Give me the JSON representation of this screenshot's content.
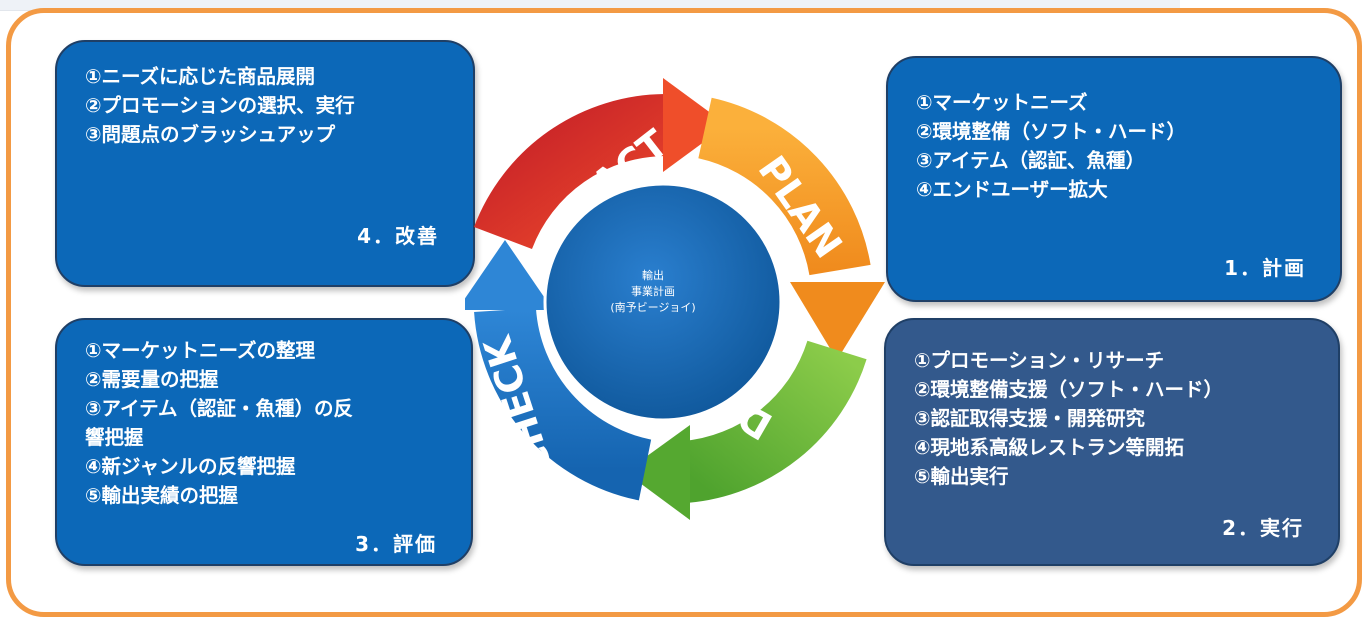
{
  "center": {
    "line1": "輸出",
    "line2": "事業計画",
    "line3": "(南予ビージョイ)"
  },
  "cycle_labels": {
    "act": "ACT",
    "plan": "PLAN",
    "do": "DO",
    "check": "CHECK"
  },
  "boxes": {
    "improve": {
      "items": [
        "①ニーズに応じた商品展開",
        "②プロモーションの選択、実行",
        "③問題点のブラッシュアップ"
      ],
      "label": "4．改善"
    },
    "plan": {
      "items": [
        "①マーケットニーズ",
        "②環境整備（ソフト・ハード）",
        "③アイテム（認証、魚種）",
        "④エンドユーザー拡大"
      ],
      "label": "1．計画"
    },
    "evaluate": {
      "items": [
        "①マーケットニーズの整理",
        "②需要量の把握",
        "③アイテム（認証・魚種）の反",
        "響把握",
        "④新ジャンルの反響把握",
        "⑤輸出実績の把握"
      ],
      "label": "3．評価"
    },
    "execute": {
      "items": [
        "①プロモーション・リサーチ",
        "②環境整備支援（ソフト・ハード）",
        "③認証取得支援・開発研究",
        "④現地系高級レストラン等開拓",
        "⑤輸出実行"
      ],
      "label": "2．実行"
    }
  },
  "colors": {
    "frame": "#f39a44",
    "box_blue": "#0c68b8",
    "box_dark": "#33598c",
    "act": "#e0352b",
    "plan": "#f5a623",
    "do": "#7dc243",
    "check": "#1f74c4",
    "center": "#1763a9"
  }
}
